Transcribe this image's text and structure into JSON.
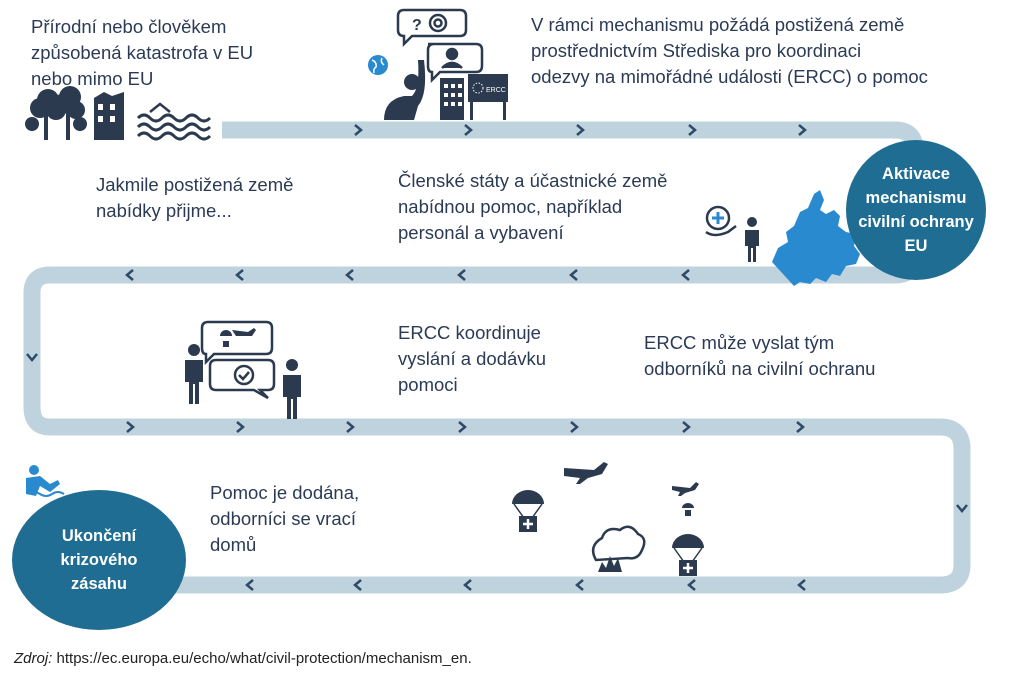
{
  "steps": {
    "disaster": "Přírodní nebo člověkem\nzpůsobená katastrofa v EU\nnebo mimo EU",
    "request": "V rámci mechanismu požádá postižená země\nprostřednictvím Střediska pro koordinaci\nodezvy na mimořádné události (ERCC) o pomoc",
    "activation": "Aktivace\nmechanismu\ncivilní ochrany\nEU",
    "offers": "Členské státy a účastnické země\nnabídnou pomoc, například\npersonál a vybavení",
    "accept": "Jakmile postižená země\nnabídky přijme...",
    "coordinate": "ERCC koordinuje\nvyslání a dodávku\npomoci",
    "experts": "ERCC může vyslat tým\nodborníků na civilní ochranu",
    "delivered": "Pomoc je dodána,\nodborníci se vrací\ndomů",
    "end": "Ukončení\nkrizového\nzásahu"
  },
  "ercc_sign": "ERCC",
  "source": {
    "label": "Zdroj:",
    "url": "https://ec.europa.eu/echo/what/civil-protection/mechanism_en."
  },
  "colors": {
    "track": "#bfd3df",
    "chevron": "#2f4a66",
    "circle": "#1f6d92",
    "icon_dark": "#2b3a4f",
    "icon_blue": "#2a8ad0"
  }
}
